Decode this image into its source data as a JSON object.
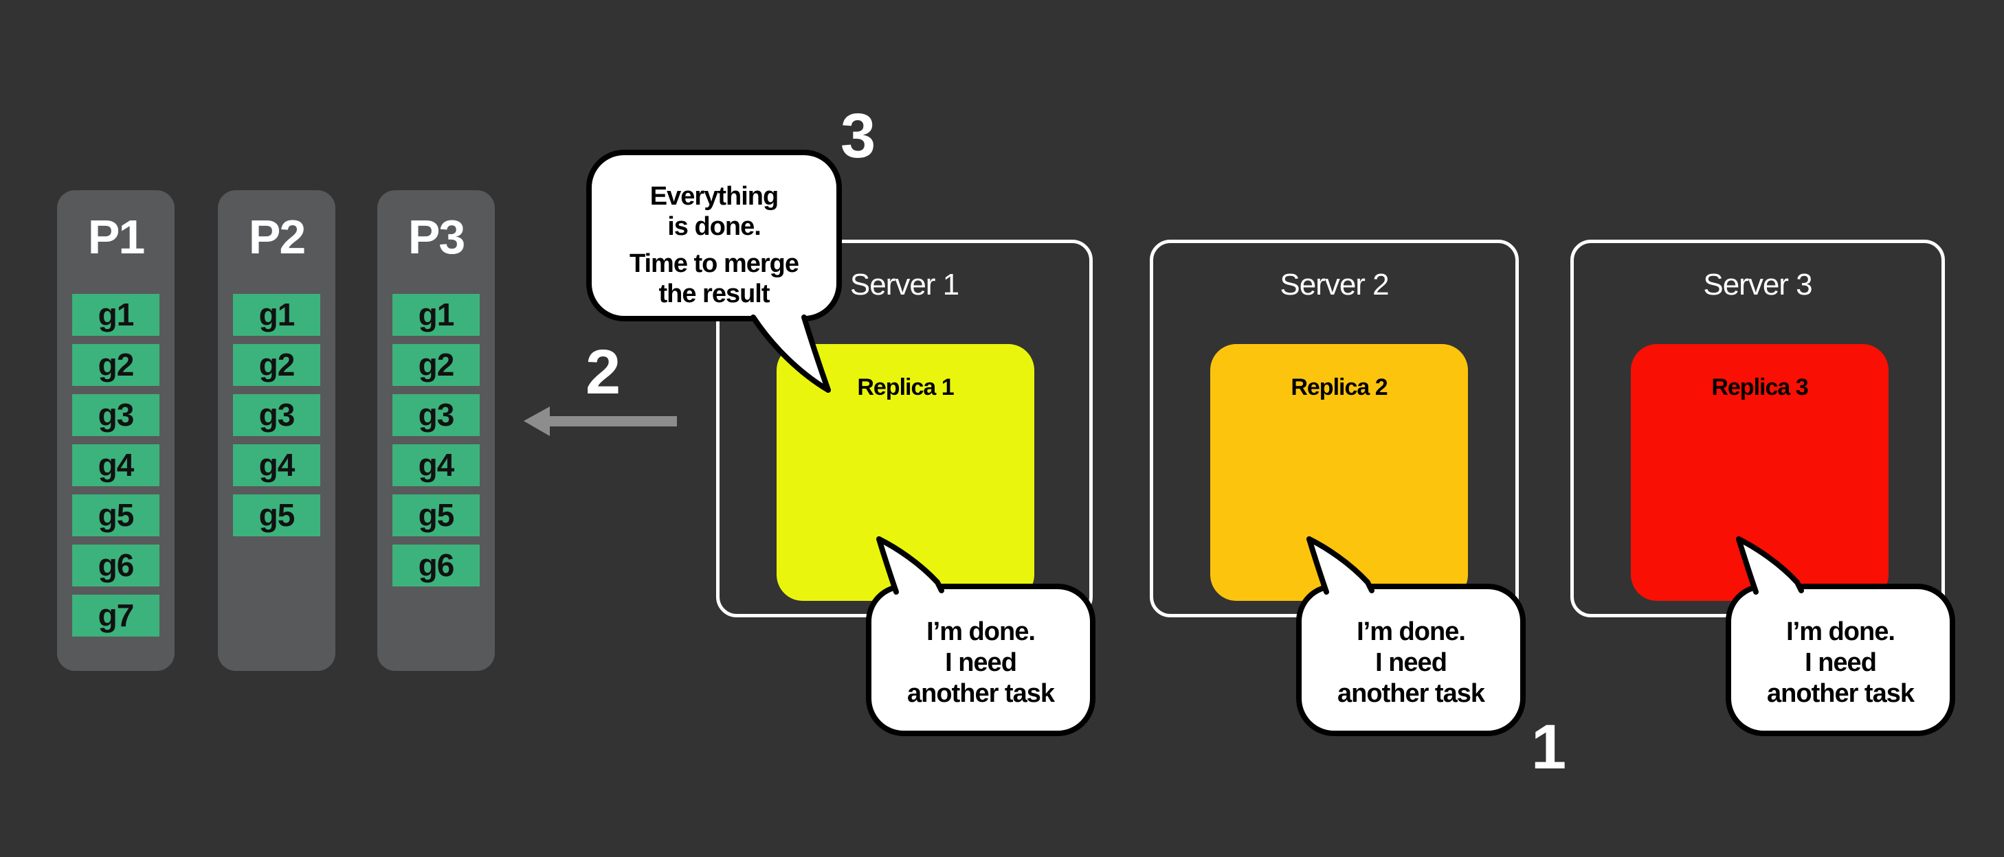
{
  "partitions": [
    {
      "label": "P1",
      "tasks": [
        "g1",
        "g2",
        "g3",
        "g4",
        "g5",
        "g6",
        "g7"
      ]
    },
    {
      "label": "P2",
      "tasks": [
        "g1",
        "g2",
        "g3",
        "g4",
        "g5"
      ]
    },
    {
      "label": "P3",
      "tasks": [
        "g1",
        "g2",
        "g3",
        "g4",
        "g5",
        "g6"
      ]
    }
  ],
  "servers": [
    {
      "title": "Server 1",
      "replica": {
        "label": "Replica 1",
        "color": "#EAF50D"
      }
    },
    {
      "title": "Server 2",
      "replica": {
        "label": "Replica 2",
        "color": "#FCC40D"
      }
    },
    {
      "title": "Server 3",
      "replica": {
        "label": "Replica 3",
        "color": "#F90F04"
      }
    }
  ],
  "speech": {
    "merge_lines": [
      "Everything",
      "is done.",
      "Time to merge",
      "the result"
    ],
    "done_lines": [
      "I’m done.",
      "I need",
      "another task"
    ]
  },
  "steps": {
    "request_label": "1",
    "send_label": "2",
    "merge_label": "3"
  },
  "colors": {
    "background": "#333333",
    "partition_bg": "#58595B",
    "task_green": "#3CB37C",
    "server_border": "#FFFFFF",
    "bubble_bg": "#FFFFFF",
    "bubble_border": "#000000",
    "arrow": "#8D8D8D",
    "replica_1": "#EAF50D",
    "replica_2": "#FCC40D",
    "replica_3": "#F90F04"
  }
}
